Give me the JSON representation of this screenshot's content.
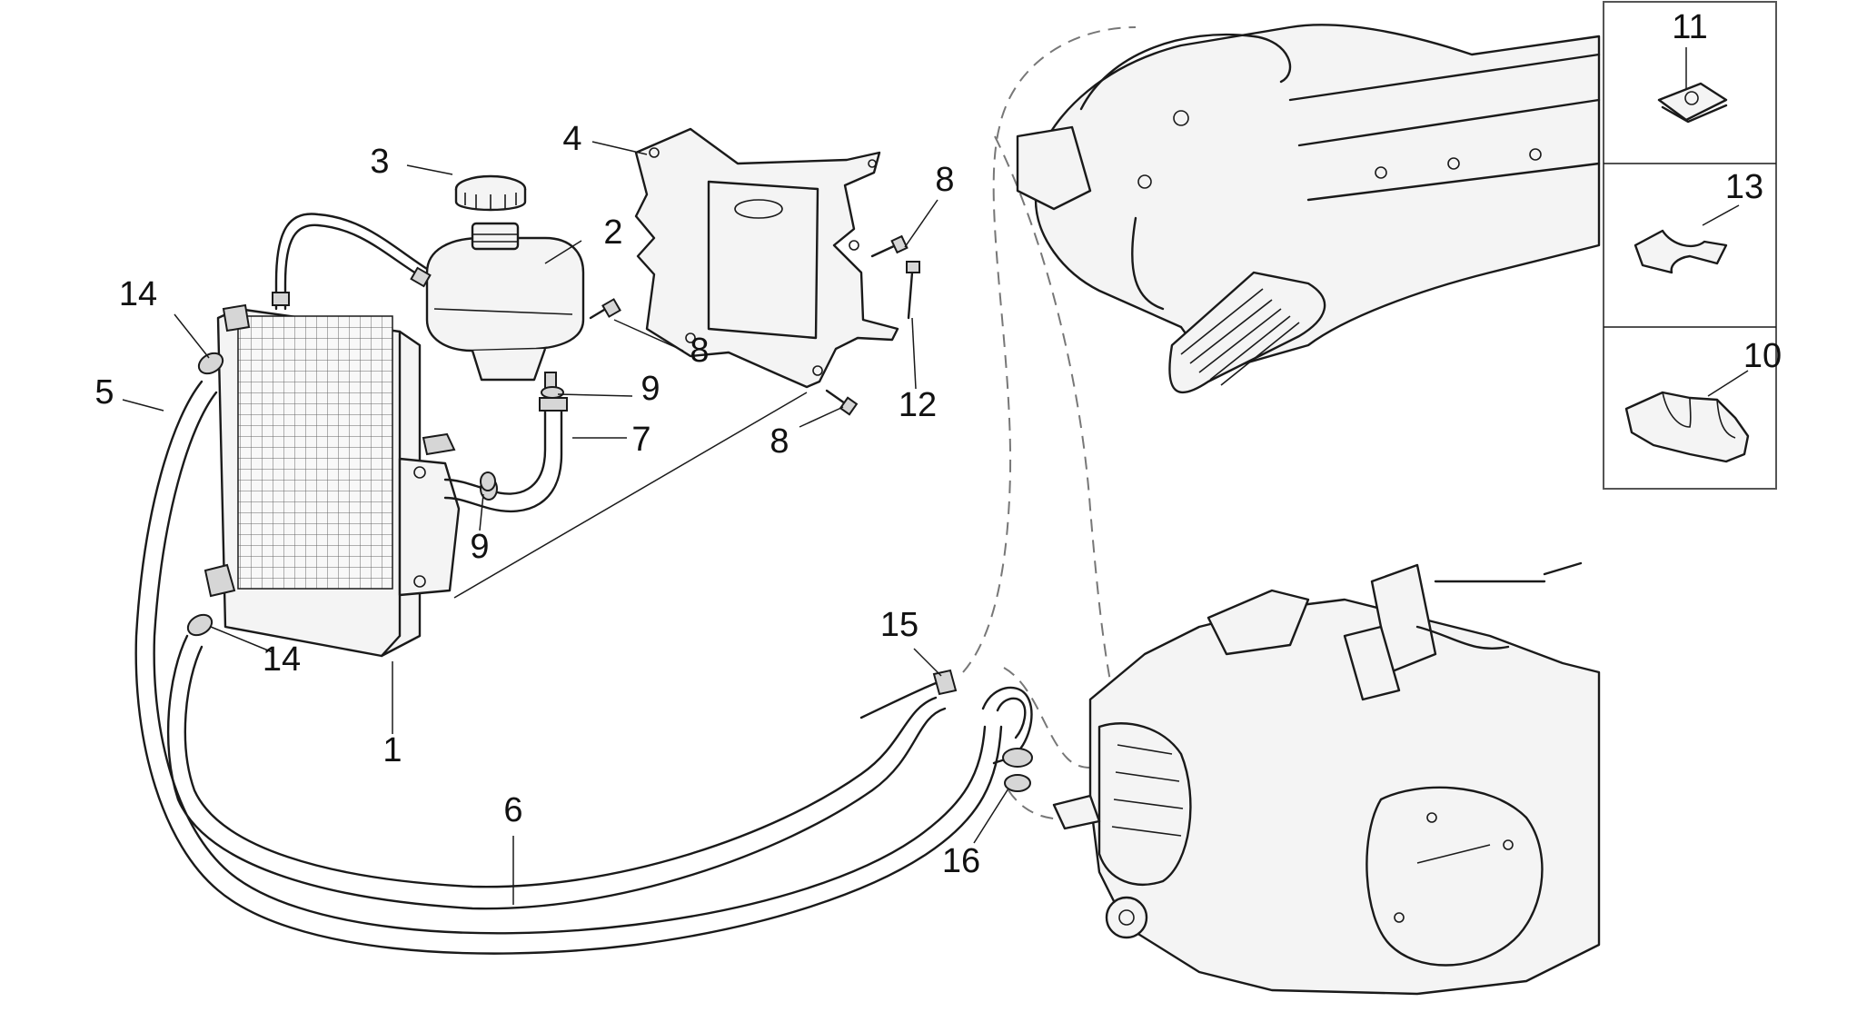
{
  "diagram": {
    "callouts": {
      "c1": "1",
      "c2": "2",
      "c3": "3",
      "c4": "4",
      "c5": "5",
      "c6": "6",
      "c7": "7",
      "c8a": "8",
      "c8b": "8",
      "c8c": "8",
      "c9a": "9",
      "c9b": "9",
      "c10": "10",
      "c11": "11",
      "c12": "12",
      "c13": "13",
      "c14a": "14",
      "c14b": "14",
      "c15": "15",
      "c16": "16"
    }
  }
}
